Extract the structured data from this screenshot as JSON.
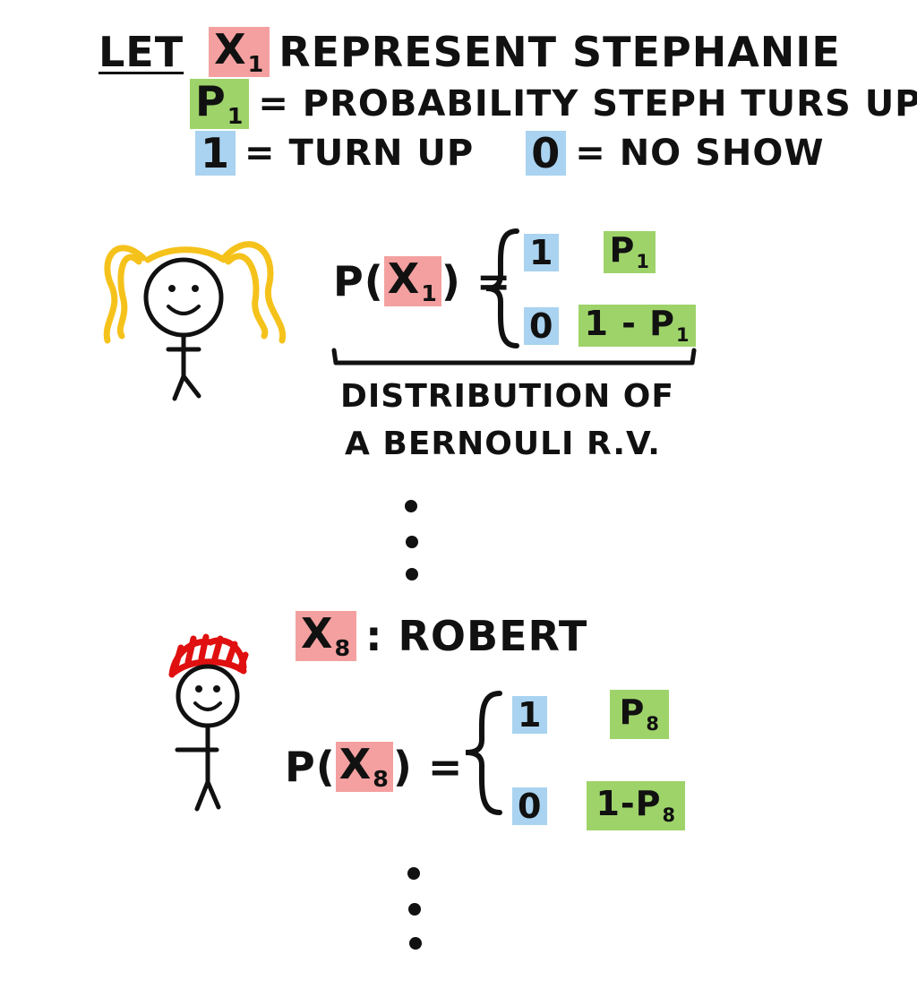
{
  "header": {
    "let_word": "LET",
    "x1_label": "X",
    "x1_sub": "1",
    "represent_text": "REPRESENT STEPHANIE",
    "p1_label": "P",
    "p1_sub": "1",
    "p1_definition": "= PROBABILITY STEPH TURS UP",
    "one_value": "1",
    "one_definition": "= TURN UP",
    "zero_value": "0",
    "zero_definition": "= NO SHOW"
  },
  "stephanie": {
    "p_open": "P(",
    "var": "X",
    "var_sub": "1",
    "p_close": ") =",
    "case1_value": "1",
    "case1_prob": "P",
    "case1_prob_sub": "1",
    "case0_value": "0",
    "case0_prob": "1 - P",
    "case0_prob_sub": "1",
    "brace_label_line1": "DISTRIBUTION OF",
    "brace_label_line2": "A BERNOULI R.V."
  },
  "robert": {
    "var": "X",
    "var_sub": "8",
    "name_text": ": ROBERT",
    "p_open": "P(",
    "p_close": ") =",
    "case1_value": "1",
    "case1_prob": "P",
    "case1_prob_sub": "8",
    "case0_value": "0",
    "case0_prob": "1-P",
    "case0_prob_sub": "8"
  },
  "colors": {
    "red_highlight": "#f4a0a0",
    "green_highlight": "#9ed36a",
    "blue_highlight": "#a9d3f0",
    "stephanie_hair": "#f5c21b",
    "robert_hair": "#e01010",
    "ink": "#111111"
  }
}
